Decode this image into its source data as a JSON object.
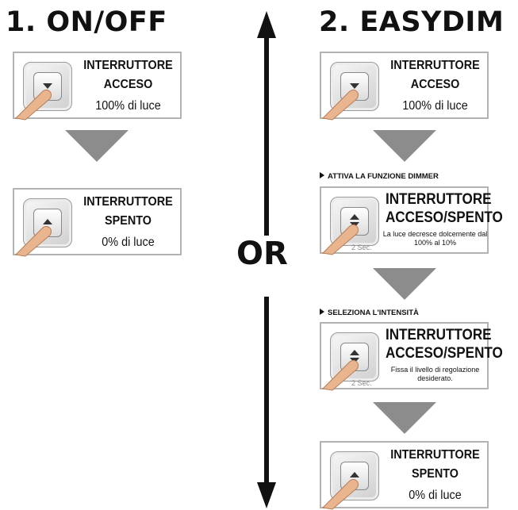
{
  "left": {
    "heading": "1. ON/OFF",
    "card1": {
      "line1": "INTERRUTTORE",
      "line2": "ACCESO",
      "line3": "100% di luce",
      "icon": "arrow-down-icon"
    },
    "card2": {
      "line1": "INTERRUTTORE",
      "line2": "SPENTO",
      "line3": "0% di luce",
      "icon": "arrow-up-icon"
    }
  },
  "center": {
    "or_label": "OR"
  },
  "right": {
    "heading": "2. EASYDIM",
    "card1": {
      "line1": "INTERRUTTORE",
      "line2": "ACCESO",
      "line3": "100% di luce",
      "icon": "arrow-down-icon"
    },
    "step1_label": "ATTIVA LA FUNZIONE DIMMER",
    "card2": {
      "line1": "INTERRUTTORE",
      "line2": "ACCESO/SPENTO",
      "note": "La luce decresce dolcemente dal 100% al 10%",
      "sec": "2 Sec.",
      "icon": "updown-arrows-icon"
    },
    "step2_label": "SELEZIONA L'INTENSITÀ",
    "card3": {
      "line1": "INTERRUTTORE",
      "line2": "ACCESO/SPENTO",
      "note": "Fissa il livello di regolazione desiderato.",
      "sec": "2 Sec.",
      "icon": "updown-arrows-icon"
    },
    "card4": {
      "line1": "INTERRUTTORE",
      "line2": "SPENTO",
      "line3": "0% di luce",
      "icon": "arrow-up-icon"
    }
  },
  "colors": {
    "flow_arrow": "#8c8c8c",
    "card_border": "#b3b3b3",
    "text": "#111111"
  }
}
